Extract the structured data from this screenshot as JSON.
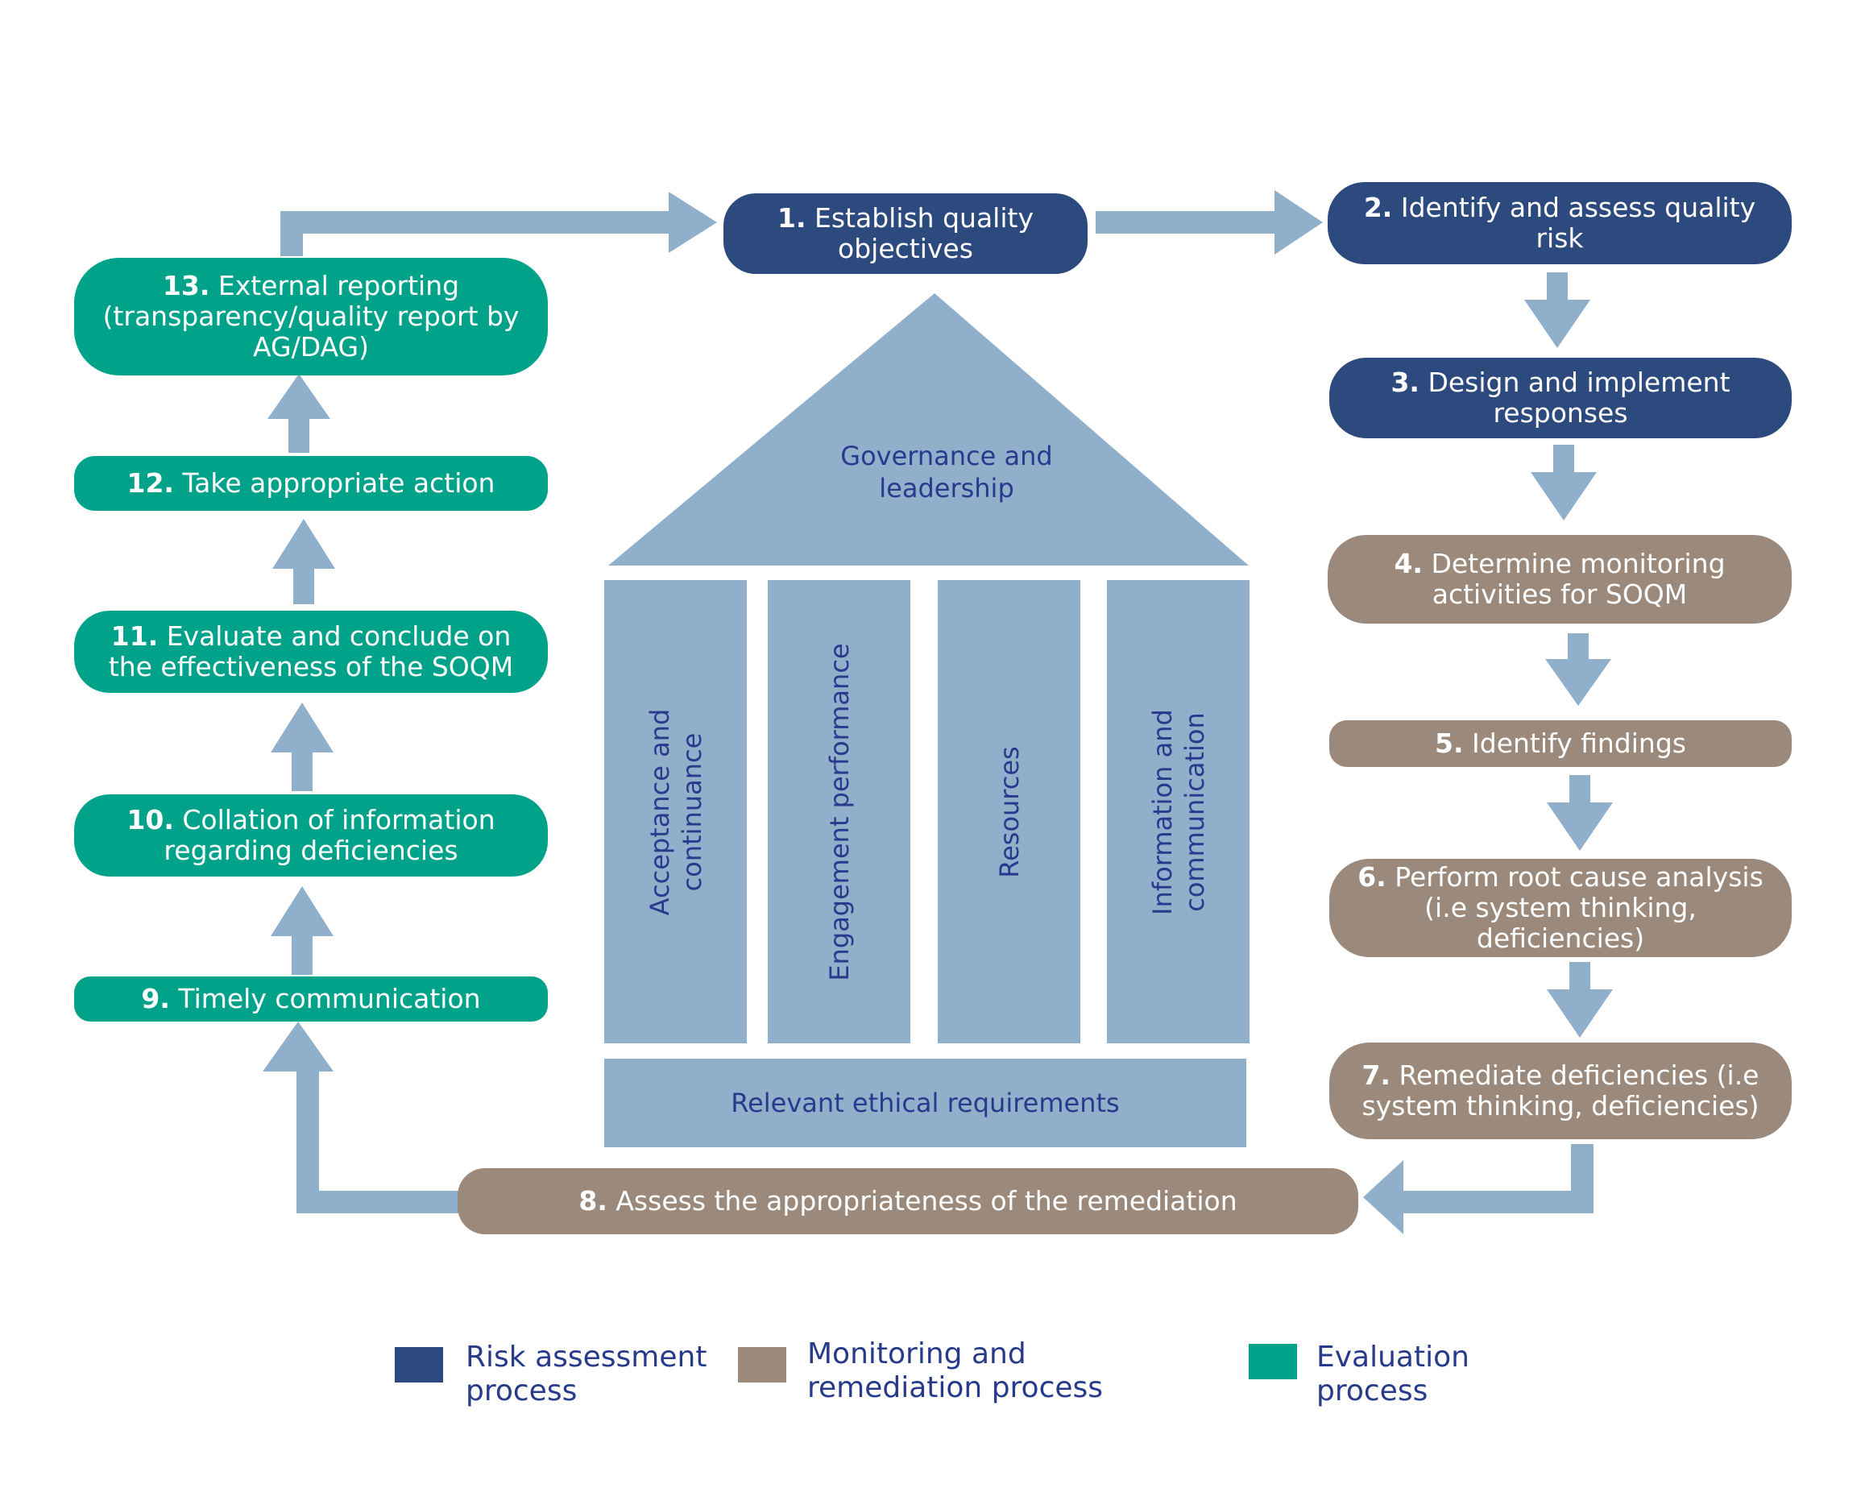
{
  "colors": {
    "risk_assessment": "#2c4a7e",
    "monitoring_remediation": "#9b897b",
    "evaluation": "#00a38a",
    "arrow": "#8fafcb",
    "house": "#8fafcb",
    "house_text": "#283a8c"
  },
  "steps": [
    {
      "num": "1.",
      "text": "Establish quality objectives",
      "category": "risk_assessment"
    },
    {
      "num": "2.",
      "text": "Identify and assess quality risk",
      "category": "risk_assessment"
    },
    {
      "num": "3.",
      "text": "Design and implement responses",
      "category": "risk_assessment"
    },
    {
      "num": "4.",
      "text": "Determine monitoring activities for SOQM",
      "category": "monitoring_remediation"
    },
    {
      "num": "5.",
      "text": "Identify findings",
      "category": "monitoring_remediation"
    },
    {
      "num": "6.",
      "text": "Perform root cause analysis (i.e system thinking, deficiencies)",
      "category": "monitoring_remediation"
    },
    {
      "num": "7.",
      "text": "Remediate deficiencies (i.e system thinking, deficiencies)",
      "category": "monitoring_remediation"
    },
    {
      "num": "8.",
      "text": "Assess the appropriateness of the remediation",
      "category": "monitoring_remediation"
    },
    {
      "num": "9.",
      "text": "Timely communication",
      "category": "evaluation"
    },
    {
      "num": "10.",
      "text": "Collation of information regarding deficiencies",
      "category": "evaluation"
    },
    {
      "num": "11.",
      "text": "Evaluate and conclude on the effectiveness of the SOQM",
      "category": "evaluation"
    },
    {
      "num": "12.",
      "text": "Take appropriate action",
      "category": "evaluation"
    },
    {
      "num": "13.",
      "text": "External reporting (transparency/quality report by AG/DAG)",
      "category": "evaluation"
    }
  ],
  "house": {
    "roof": "Governance and leadership",
    "pillars": [
      "Acceptance and continuance",
      "Engagement performance",
      "Resources",
      "Information and communication"
    ],
    "foundation": "Relevant ethical requirements"
  },
  "legend": [
    {
      "label": "Risk assessment process",
      "category": "risk_assessment"
    },
    {
      "label": "Monitoring and remediation process",
      "category": "monitoring_remediation"
    },
    {
      "label": "Evaluation process",
      "category": "evaluation"
    }
  ]
}
